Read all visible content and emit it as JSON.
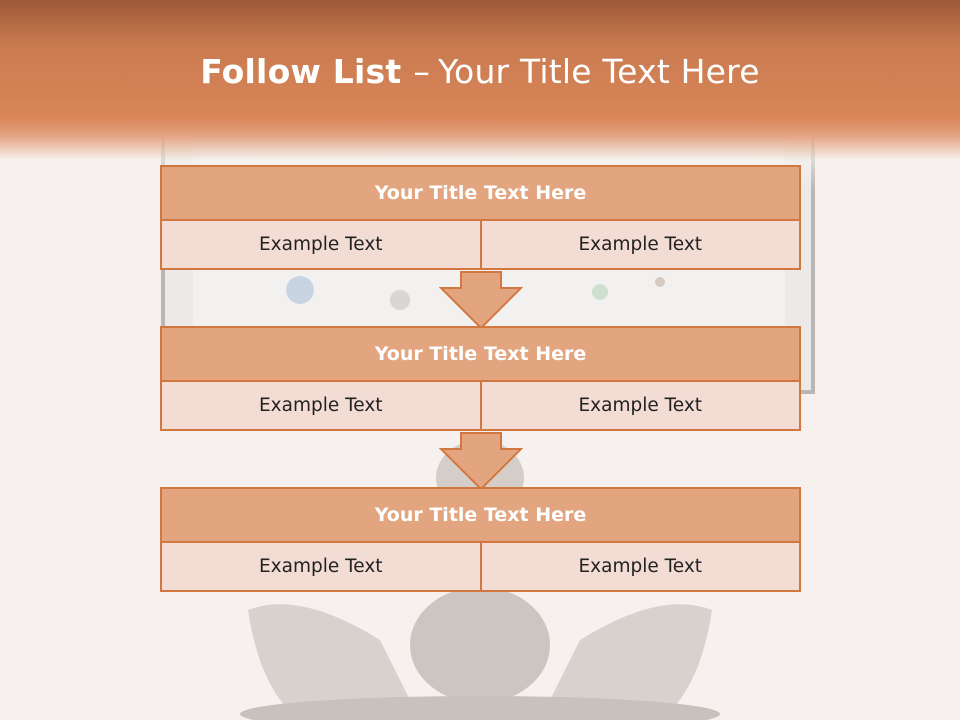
{
  "slide": {
    "title_bold": "Follow List",
    "title_separator": "–",
    "title_rest": "Your Title Text Here"
  },
  "blocks": [
    {
      "title": "Your Title Text Here",
      "left": "Example Text",
      "right": "Example Text"
    },
    {
      "title": "Your Title Text Here",
      "left": "Example Text",
      "right": "Example Text"
    },
    {
      "title": "Your Title Text Here",
      "left": "Example Text",
      "right": "Example Text"
    }
  ],
  "colors": {
    "header": "#d9875a",
    "block_title_fill": "#e2a57f",
    "cell_fill": "#f2dcd3",
    "outline": "#d2773f"
  }
}
